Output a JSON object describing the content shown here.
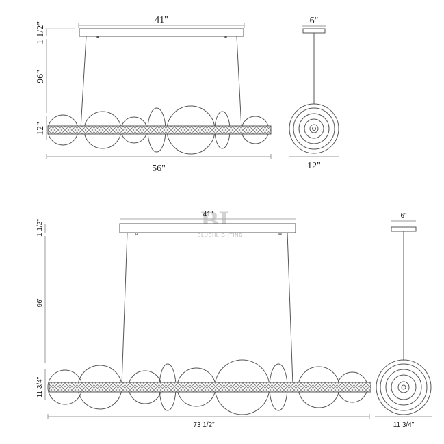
{
  "top": {
    "canopy_width": "41\"",
    "canopy_height": "1 1/2\"",
    "drop": "96\"",
    "body_height": "12\"",
    "overall_width": "56\"",
    "side_canopy_width": "6\"",
    "side_diameter": "12\""
  },
  "bottom": {
    "canopy_width": "41\"",
    "canopy_height": "1 1/2\"",
    "drop": "96\"",
    "body_height": "11 3/4\"",
    "overall_width": "73 1/2\"",
    "side_canopy_width": "6\"",
    "side_diameter": "11 3/4\""
  },
  "watermark": {
    "logo": "BL",
    "brand": "BLUSHLIGHTING"
  },
  "colors": {
    "line": "#555555",
    "dim_line": "#999999",
    "text": "#222222",
    "mesh": "#8a8a8a"
  }
}
